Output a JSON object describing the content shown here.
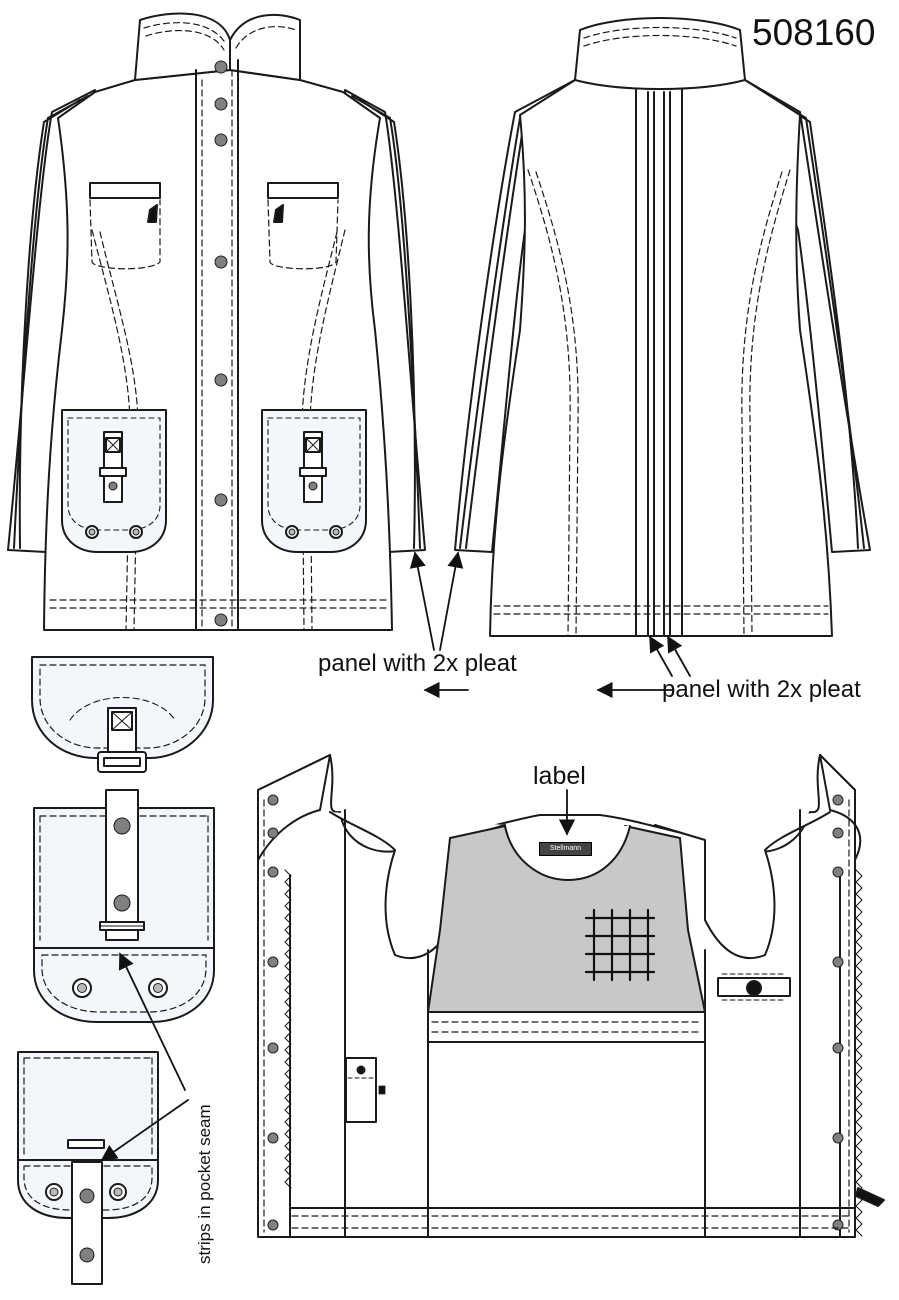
{
  "drawing": {
    "article_number": "508160",
    "callouts": {
      "front_pleat": "panel with 2x pleat",
      "back_pleat": "panel with 2x pleat",
      "label": "label",
      "pocket_strips": "strips in pocket seam"
    },
    "brand_label": "Stellmann",
    "colors": {
      "line": "#1a1a1a",
      "fill": "#ffffff",
      "pocket_fill": "#f3f6fb",
      "lining_panel": "#c8c8c8",
      "snap": "#808080"
    },
    "views": [
      "front-view",
      "back-view",
      "pocket-flap-detail",
      "pocket-detail",
      "pocket-open-detail",
      "inside-view"
    ]
  }
}
